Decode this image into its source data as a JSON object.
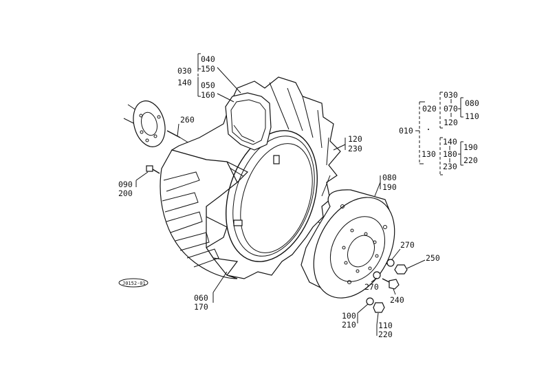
{
  "callouts": {
    "c030": "030",
    "c140": "140",
    "c040": "040",
    "c150": "150",
    "c050": "050",
    "c160": "160",
    "c260": "260",
    "c090": "090",
    "c200": "200",
    "c060": "060",
    "c170": "170",
    "c120": "120",
    "c230": "230",
    "c080": "080",
    "c190": "190",
    "c270a": "270",
    "c250": "250",
    "c270b": "270",
    "c240": "240",
    "c100": "100",
    "c210": "210",
    "c110": "110",
    "c220": "220"
  },
  "tree": {
    "root": "010",
    "n020": "020",
    "n030": "030",
    "n070": "070",
    "n080": "080",
    "n110": "110",
    "n120": "120",
    "n130": "130",
    "n140": "140",
    "n180": "180",
    "n190": "190",
    "n220": "220",
    "n230": "230"
  },
  "stamp": "J0152-01"
}
